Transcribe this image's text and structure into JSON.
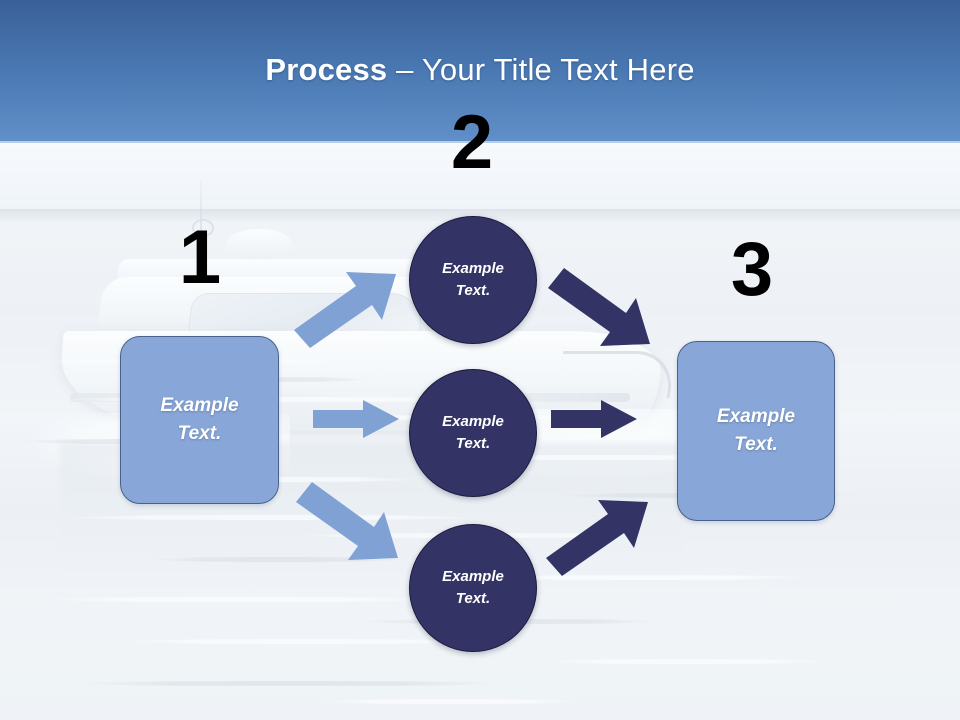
{
  "slide": {
    "title_strong": "Process",
    "title_light": " – Your Title Text Here",
    "background_description": "motor-yacht-on-water-photo"
  },
  "theme": {
    "header_gradient_top": "#3a6098",
    "header_gradient_bottom": "#6190c9",
    "box_fill": "#88a7d8",
    "box_border": "#49618c",
    "circle_fill": "#343366",
    "circle_border": "#1c1b3d",
    "arrow_light": "#7fa1d4",
    "arrow_dark": "#343366",
    "number_color": "#000000",
    "text_color": "#ffffff"
  },
  "steps": [
    {
      "number": "1",
      "label_line1": "Example",
      "label_line2": "Text."
    },
    {
      "number": "2",
      "label_line1": "Example",
      "label_line2": "Text."
    },
    {
      "number": "3",
      "label_line1": "Example",
      "label_line2": "Text."
    }
  ],
  "nodes": {
    "left_box": {
      "line1": "Example",
      "line2": "Text."
    },
    "circle_top": {
      "line1": "Example",
      "line2": "Text."
    },
    "circle_mid": {
      "line1": "Example",
      "line2": "Text."
    },
    "circle_bot": {
      "line1": "Example",
      "line2": "Text."
    },
    "right_box": {
      "line1": "Example",
      "line2": "Text."
    }
  },
  "arrows": [
    {
      "name": "left-to-circle-top",
      "direction": "up-right",
      "color": "#7fa1d4"
    },
    {
      "name": "left-to-circle-mid",
      "direction": "right",
      "color": "#7fa1d4"
    },
    {
      "name": "left-to-circle-bottom",
      "direction": "down-right",
      "color": "#7fa1d4"
    },
    {
      "name": "circle-top-to-right",
      "direction": "down-right",
      "color": "#343366"
    },
    {
      "name": "circle-mid-to-right",
      "direction": "right",
      "color": "#343366"
    },
    {
      "name": "circle-bottom-to-right",
      "direction": "up-right",
      "color": "#343366"
    }
  ]
}
